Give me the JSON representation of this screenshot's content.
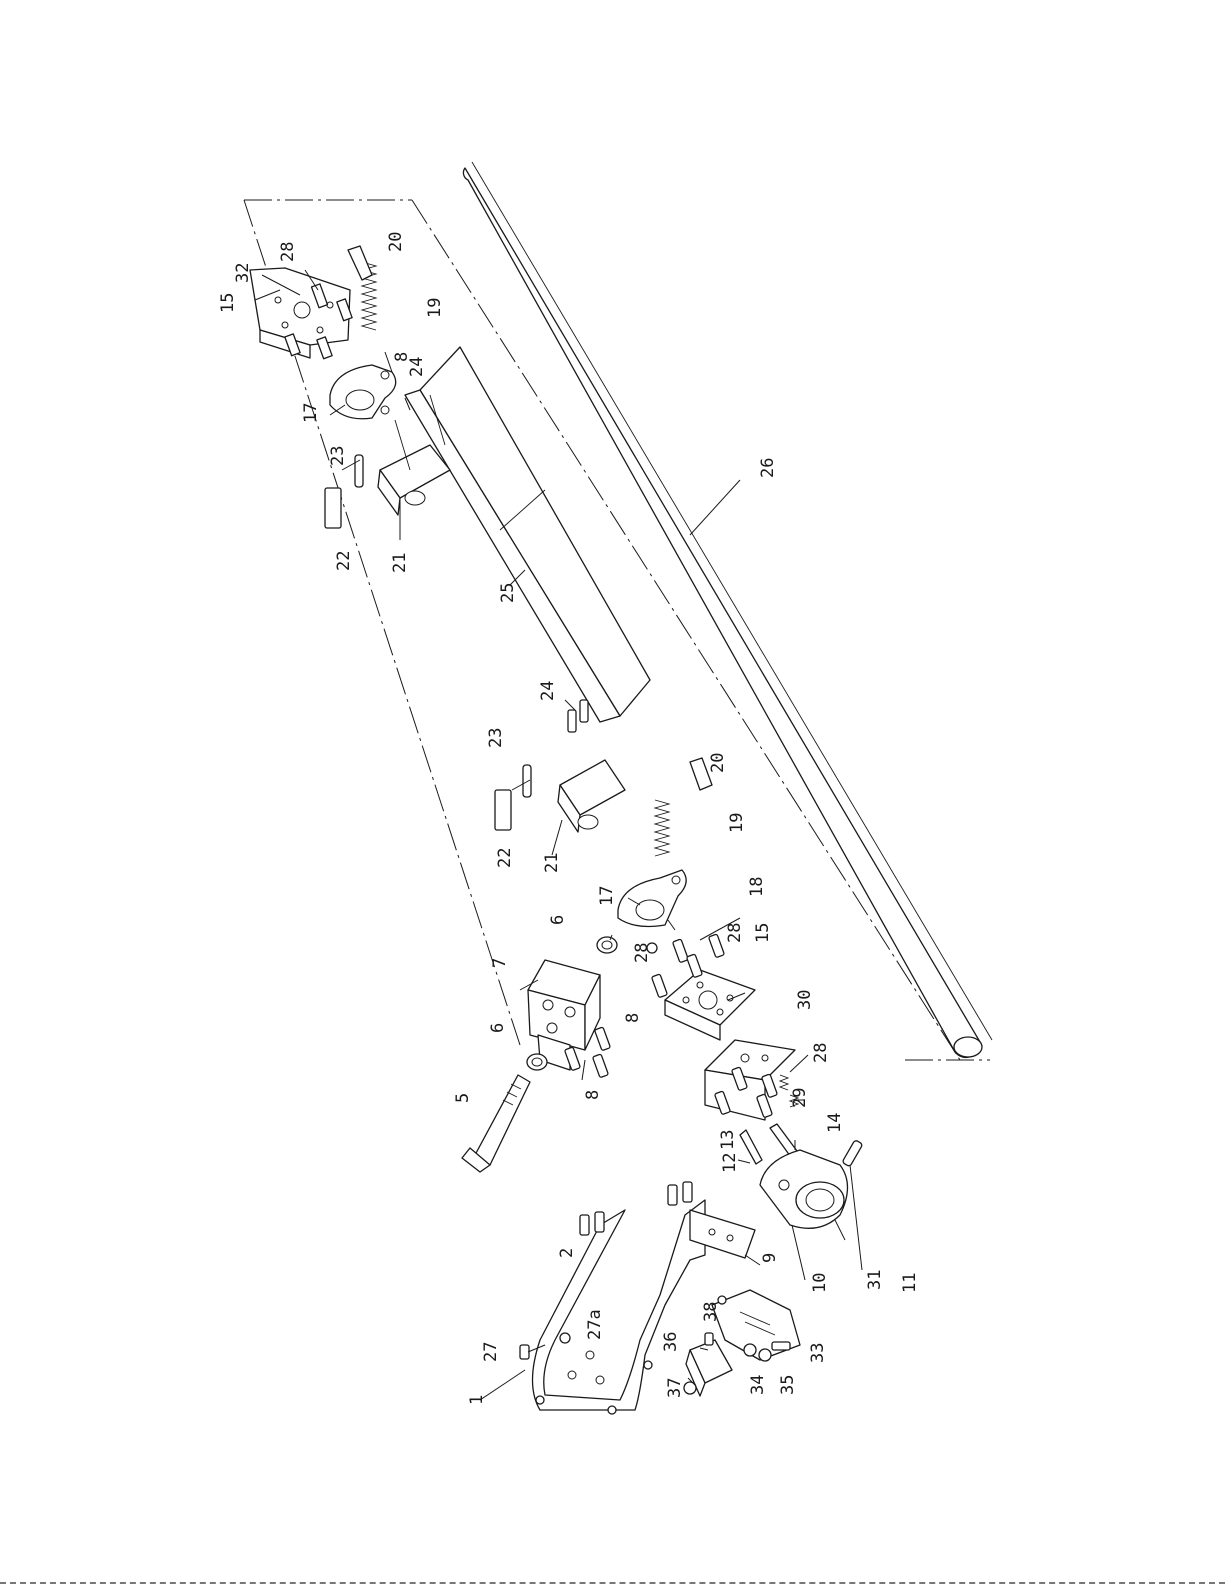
{
  "labels": [
    {
      "id": "p15a",
      "text": "15"
    },
    {
      "id": "p32",
      "text": "32"
    },
    {
      "id": "p28a",
      "text": "28"
    },
    {
      "id": "p20a",
      "text": "20"
    },
    {
      "id": "p19a",
      "text": "19"
    },
    {
      "id": "p18a",
      "text": "8"
    },
    {
      "id": "p24a",
      "text": "24"
    },
    {
      "id": "p17a",
      "text": "17"
    },
    {
      "id": "p23a",
      "text": "23"
    },
    {
      "id": "p22a",
      "text": "22"
    },
    {
      "id": "p21a",
      "text": "21"
    },
    {
      "id": "p25",
      "text": "25"
    },
    {
      "id": "p26",
      "text": "26"
    },
    {
      "id": "p24b",
      "text": "24"
    },
    {
      "id": "p23b",
      "text": "23"
    },
    {
      "id": "p22b",
      "text": "22"
    },
    {
      "id": "p21b",
      "text": "21"
    },
    {
      "id": "p20b",
      "text": "20"
    },
    {
      "id": "p19b",
      "text": "19"
    },
    {
      "id": "p17b",
      "text": "17"
    },
    {
      "id": "p18b",
      "text": "18"
    },
    {
      "id": "p6a",
      "text": "6"
    },
    {
      "id": "p7",
      "text": "7"
    },
    {
      "id": "p28b",
      "text": "28"
    },
    {
      "id": "p28c",
      "text": "28"
    },
    {
      "id": "p15b",
      "text": "15"
    },
    {
      "id": "p8a",
      "text": "8"
    },
    {
      "id": "p6b",
      "text": "6"
    },
    {
      "id": "p8b",
      "text": "8"
    },
    {
      "id": "p5",
      "text": "5"
    },
    {
      "id": "p30",
      "text": "30"
    },
    {
      "id": "p28d",
      "text": "28"
    },
    {
      "id": "p29",
      "text": "29"
    },
    {
      "id": "p13",
      "text": "13"
    },
    {
      "id": "p12",
      "text": "12"
    },
    {
      "id": "p14",
      "text": "14"
    },
    {
      "id": "p11",
      "text": "11"
    },
    {
      "id": "p31",
      "text": "31"
    },
    {
      "id": "p10",
      "text": "10"
    },
    {
      "id": "p9",
      "text": "9"
    },
    {
      "id": "p2",
      "text": "2"
    },
    {
      "id": "p38",
      "text": "38"
    },
    {
      "id": "p33",
      "text": "33"
    },
    {
      "id": "p35",
      "text": "35"
    },
    {
      "id": "p34",
      "text": "34"
    },
    {
      "id": "p36",
      "text": "36"
    },
    {
      "id": "p37",
      "text": "37"
    },
    {
      "id": "p27a",
      "text": "27a"
    },
    {
      "id": "p27",
      "text": "27"
    },
    {
      "id": "p1",
      "text": "1"
    }
  ]
}
